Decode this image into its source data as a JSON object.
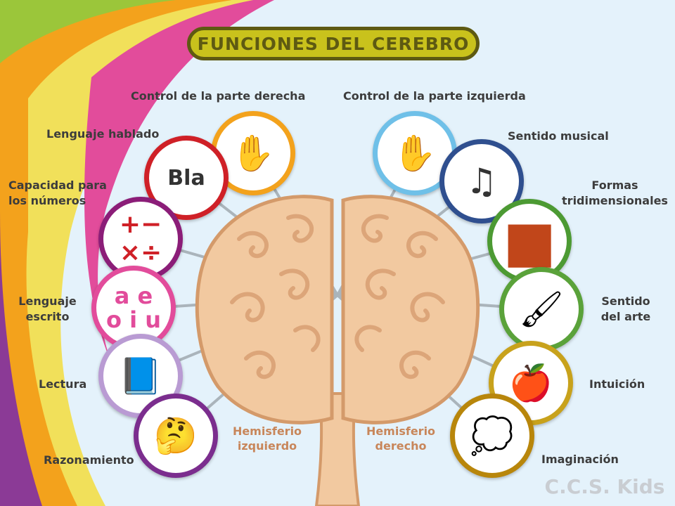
{
  "title": "FUNCIONES DEL CEREBRO",
  "left_functions": [
    {
      "label": "Control de la parte derecha",
      "icon": "hand-icon",
      "glyph": "✋",
      "color": "#f3a21c"
    },
    {
      "label": "Lenguaje hablado",
      "icon": "speech-mouth-icon",
      "glyph": "Bla",
      "color": "#cf2027"
    },
    {
      "label": "Capacidad para los números",
      "icon": "math-symbols-icon",
      "glyph": "+− ×÷",
      "color": "#8b1d78"
    },
    {
      "label": "Lenguaje escrito",
      "icon": "vowels-icon",
      "glyph": "a e o i u",
      "color": "#e24c9b"
    },
    {
      "label": "Lectura",
      "icon": "books-icon",
      "glyph": "📘",
      "color": "#b99bd3"
    },
    {
      "label": "Razonamiento",
      "icon": "thinking-figure-icon",
      "glyph": "🤔",
      "color": "#7b2d8e"
    }
  ],
  "right_functions": [
    {
      "label": "Control de la parte izquierda",
      "icon": "hand-icon",
      "glyph": "✋",
      "color": "#6fc0e8"
    },
    {
      "label": "Sentido musical",
      "icon": "music-notes-icon",
      "glyph": "♫",
      "color": "#2f4f8f"
    },
    {
      "label": "Formas tridimensionales",
      "icon": "cube-icon",
      "glyph": "■",
      "color": "#4c9a33"
    },
    {
      "label": "Sentido del arte",
      "icon": "paintbrush-icon",
      "glyph": "🖌",
      "color": "#5aa23a"
    },
    {
      "label": "Intuición",
      "icon": "apple-arrow-icon",
      "glyph": "🍎",
      "color": "#c8a21c"
    },
    {
      "label": "Imaginación",
      "icon": "dreaming-figure-icon",
      "glyph": "💭",
      "color": "#b8860b"
    }
  ],
  "hemispheres": {
    "left": "Hemisferio izquierdo",
    "right": "Hemisferio derecho"
  },
  "watermark": "C.C.S. Kids",
  "colors": {
    "title_bg": "#c9c21c",
    "title_text": "#5e5a12",
    "brain": "#f2c9a0",
    "brain_outline": "#d49a6a"
  }
}
